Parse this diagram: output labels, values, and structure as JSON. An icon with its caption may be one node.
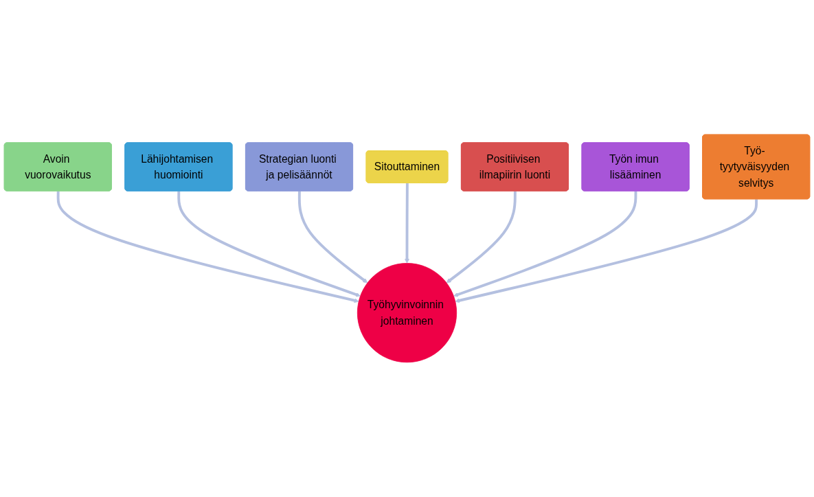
{
  "diagram": {
    "nodes": [
      {
        "text": [
          "Avoin vuorovaikutus"
        ]
      },
      {
        "text": [
          "Lähijohtamisen huomiointi"
        ]
      },
      {
        "text": [
          "Strategian luonti ja pelisäännöt"
        ]
      },
      {
        "text": [
          "Sitouttaminen"
        ]
      },
      {
        "text": [
          "Positiivisen ilmapiirin luonti"
        ]
      },
      {
        "text": [
          "Työn imun lisääminen"
        ]
      },
      {
        "text": [
          "Työ- tyytyväisyyden selvitys"
        ]
      },
      {
        "text": [
          "Työhyvinvoinnin johtaminen"
        ]
      }
    ],
    "edges": [
      {
        "from": 0,
        "to": 7,
        "arrow": "to"
      },
      {
        "from": 1,
        "to": 7,
        "arrow": "to"
      },
      {
        "from": 2,
        "to": 7,
        "arrow": "to"
      },
      {
        "from": 3,
        "to": 7,
        "arrow": "to"
      },
      {
        "from": 4,
        "to": 7,
        "arrow": "to"
      },
      {
        "from": 5,
        "to": 7,
        "arrow": "to"
      },
      {
        "from": 6,
        "to": 7,
        "arrow": "to"
      }
    ]
  }
}
